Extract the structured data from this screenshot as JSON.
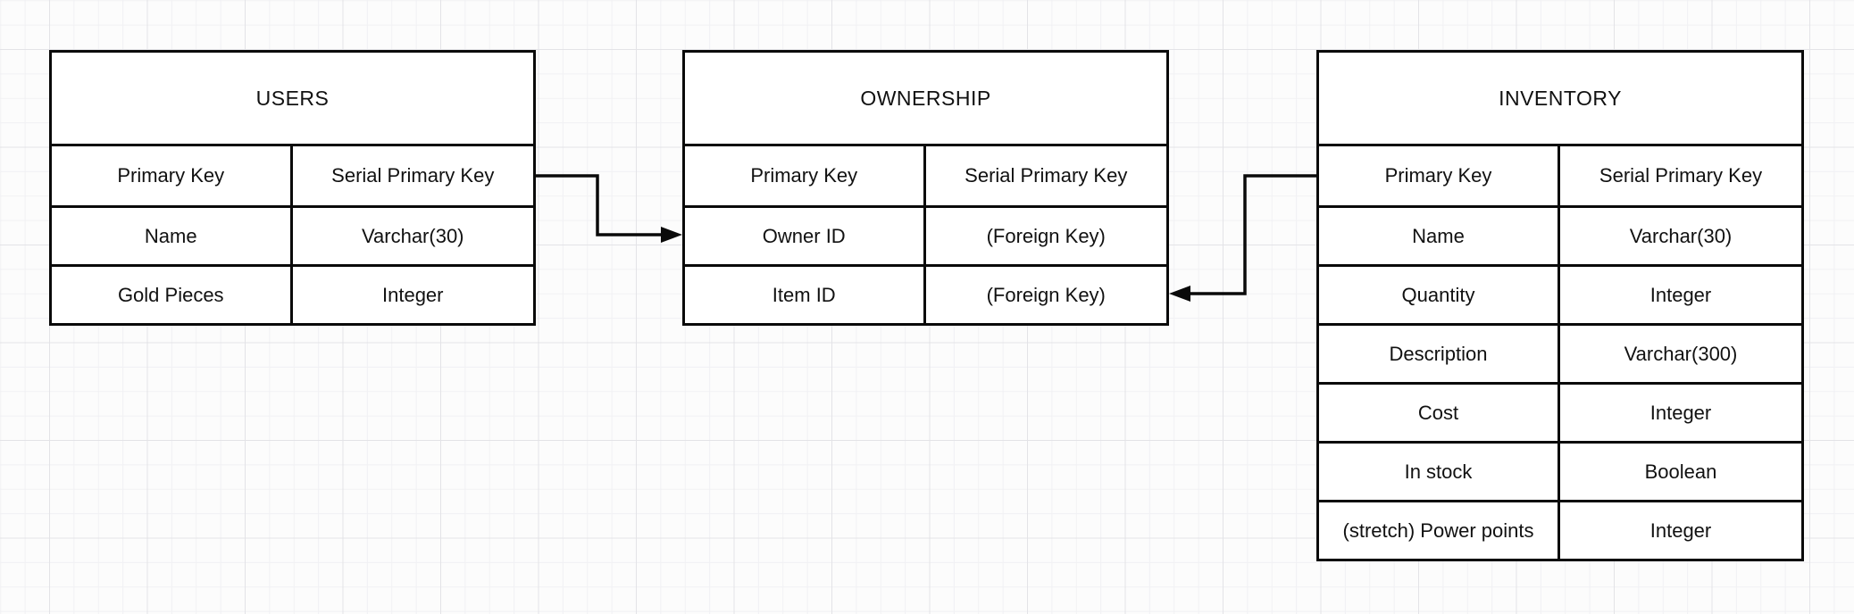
{
  "app": {
    "background_color": "#fcfcfc",
    "grid_minor_color": "#f1f1f4",
    "grid_major_color": "#e3e3e7",
    "shape_fill_color": "#ffffff",
    "line_color": "#0a0a0a",
    "text_color": "#111111"
  },
  "tables": [
    {
      "id": "users",
      "title": "USERS",
      "rows": [
        [
          "Primary Key",
          "Serial Primary Key"
        ],
        [
          "Name",
          "Varchar(30)"
        ],
        [
          "Gold Pieces",
          "Integer"
        ]
      ]
    },
    {
      "id": "ownership",
      "title": "OWNERSHIP",
      "rows": [
        [
          "Primary Key",
          "Serial Primary Key"
        ],
        [
          "Owner ID",
          "(Foreign Key)"
        ],
        [
          "Item ID",
          "(Foreign Key)"
        ]
      ]
    },
    {
      "id": "inventory",
      "title": "INVENTORY",
      "rows": [
        [
          "Primary Key",
          "Serial Primary Key"
        ],
        [
          "Name",
          "Varchar(30)"
        ],
        [
          "Quantity",
          "Integer"
        ],
        [
          "Description",
          "Varchar(300)"
        ],
        [
          "Cost",
          "Integer"
        ],
        [
          "In stock",
          "Boolean"
        ],
        [
          "(stretch) Power points",
          "Integer"
        ]
      ]
    }
  ],
  "relationships": [
    {
      "from_table": "USERS",
      "from_field": "Primary Key",
      "to_table": "OWNERSHIP",
      "to_field": "Owner ID",
      "arrow_direction": "right"
    },
    {
      "from_table": "INVENTORY",
      "from_field": "Primary Key",
      "to_table": "OWNERSHIP",
      "to_field": "Item ID",
      "arrow_direction": "left"
    }
  ]
}
